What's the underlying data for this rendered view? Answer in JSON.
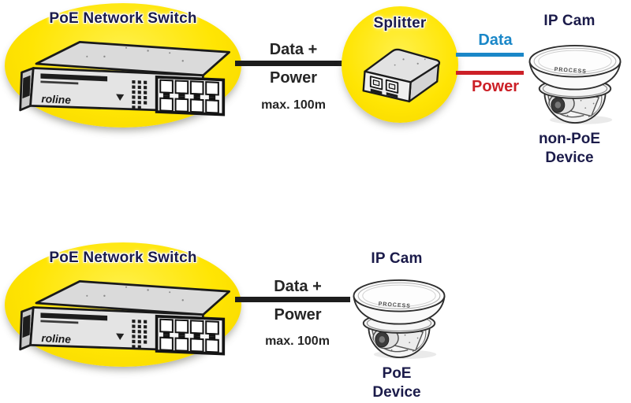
{
  "colors": {
    "highlight_yellow": "#FFE503",
    "title_navy": "#1B1B4A",
    "data_blue": "#1A87C8",
    "power_red": "#CC2027",
    "cable_black": "#1D1D1D"
  },
  "top_diagram": {
    "switch": {
      "title": "PoE Network Switch",
      "logo": "roline",
      "icon": "poe-switch-illustration"
    },
    "cable": {
      "line1": "Data +",
      "line2": "Power",
      "note": "max. 100m"
    },
    "splitter": {
      "title": "Splitter",
      "icon": "poe-splitter-illustration"
    },
    "outputs": {
      "data_label": "Data",
      "power_label": "Power"
    },
    "camera": {
      "title": "IP Cam",
      "brand": "PROCESS",
      "device_line1": "non-PoE",
      "device_line2": "Device",
      "icon": "dome-camera-illustration"
    }
  },
  "bottom_diagram": {
    "switch": {
      "title": "PoE Network Switch",
      "logo": "roline",
      "icon": "poe-switch-illustration"
    },
    "cable": {
      "line1": "Data +",
      "line2": "Power",
      "note": "max. 100m"
    },
    "camera": {
      "title": "IP Cam",
      "brand": "PROCESS",
      "device_line1": "PoE",
      "device_line2": "Device",
      "icon": "dome-camera-illustration"
    }
  }
}
